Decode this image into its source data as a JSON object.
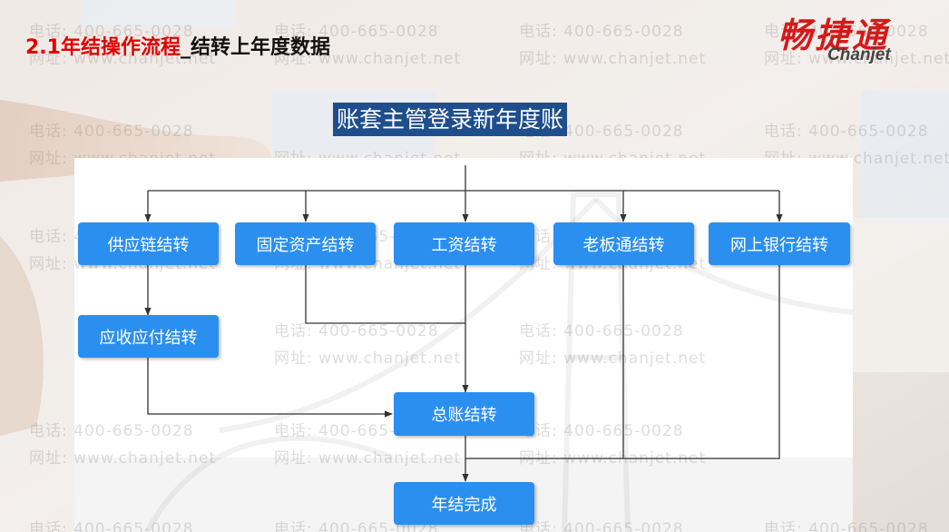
{
  "slide": {
    "title_red": "2.1年结操作流程",
    "title_black": "_结转上年度数据"
  },
  "logo": {
    "cn": "畅捷通",
    "en": "Chanjet"
  },
  "watermark": {
    "phone": "电话: 400-665-0028",
    "site": "网址: www.chanjet.net"
  },
  "flow": {
    "header": "账套主管登录新年度账",
    "nodes": {
      "supply_chain": "供应链结转",
      "fixed_assets": "固定资产结转",
      "payroll": "工资结转",
      "boss_link": "老板通结转",
      "online_bank": "网上银行结转",
      "ar_ap": "应收应付结转",
      "general_ledger": "总账结转",
      "year_end_done": "年结完成"
    }
  },
  "colors": {
    "node_fill": "#2b8ff0",
    "header_fill": "#1f4e8c",
    "title_red": "#e00000",
    "logo_red": "#d31a1a",
    "line": "#333333"
  }
}
